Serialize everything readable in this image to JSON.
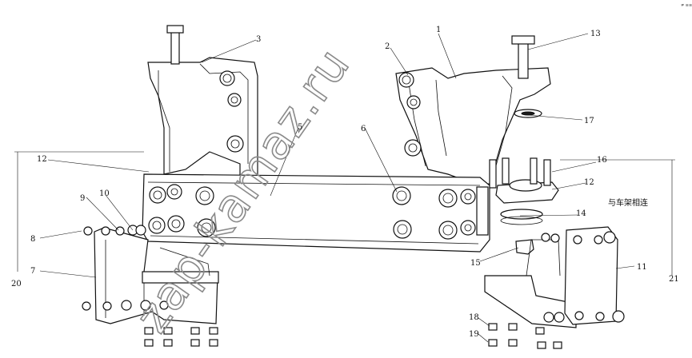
{
  "diagram": {
    "corner_mark": "≠ ≡≡",
    "chinese_label": "与车架相连",
    "watermark": "zap-kamaz.ru",
    "callouts": [
      {
        "id": "c1",
        "text": "1"
      },
      {
        "id": "c2",
        "text": "2"
      },
      {
        "id": "c3",
        "text": "3"
      },
      {
        "id": "c5",
        "text": "5"
      },
      {
        "id": "c6",
        "text": "6"
      },
      {
        "id": "c7",
        "text": "7"
      },
      {
        "id": "c8",
        "text": "8"
      },
      {
        "id": "c9",
        "text": "9"
      },
      {
        "id": "c10",
        "text": "10"
      },
      {
        "id": "c11",
        "text": "11"
      },
      {
        "id": "c12a",
        "text": "12"
      },
      {
        "id": "c12b",
        "text": "12"
      },
      {
        "id": "c13",
        "text": "13"
      },
      {
        "id": "c14",
        "text": "14"
      },
      {
        "id": "c15",
        "text": "15"
      },
      {
        "id": "c16",
        "text": "16"
      },
      {
        "id": "c17",
        "text": "17"
      },
      {
        "id": "c18",
        "text": "18"
      },
      {
        "id": "c19",
        "text": "19"
      },
      {
        "id": "c20",
        "text": "20"
      },
      {
        "id": "c21",
        "text": "21"
      }
    ]
  }
}
